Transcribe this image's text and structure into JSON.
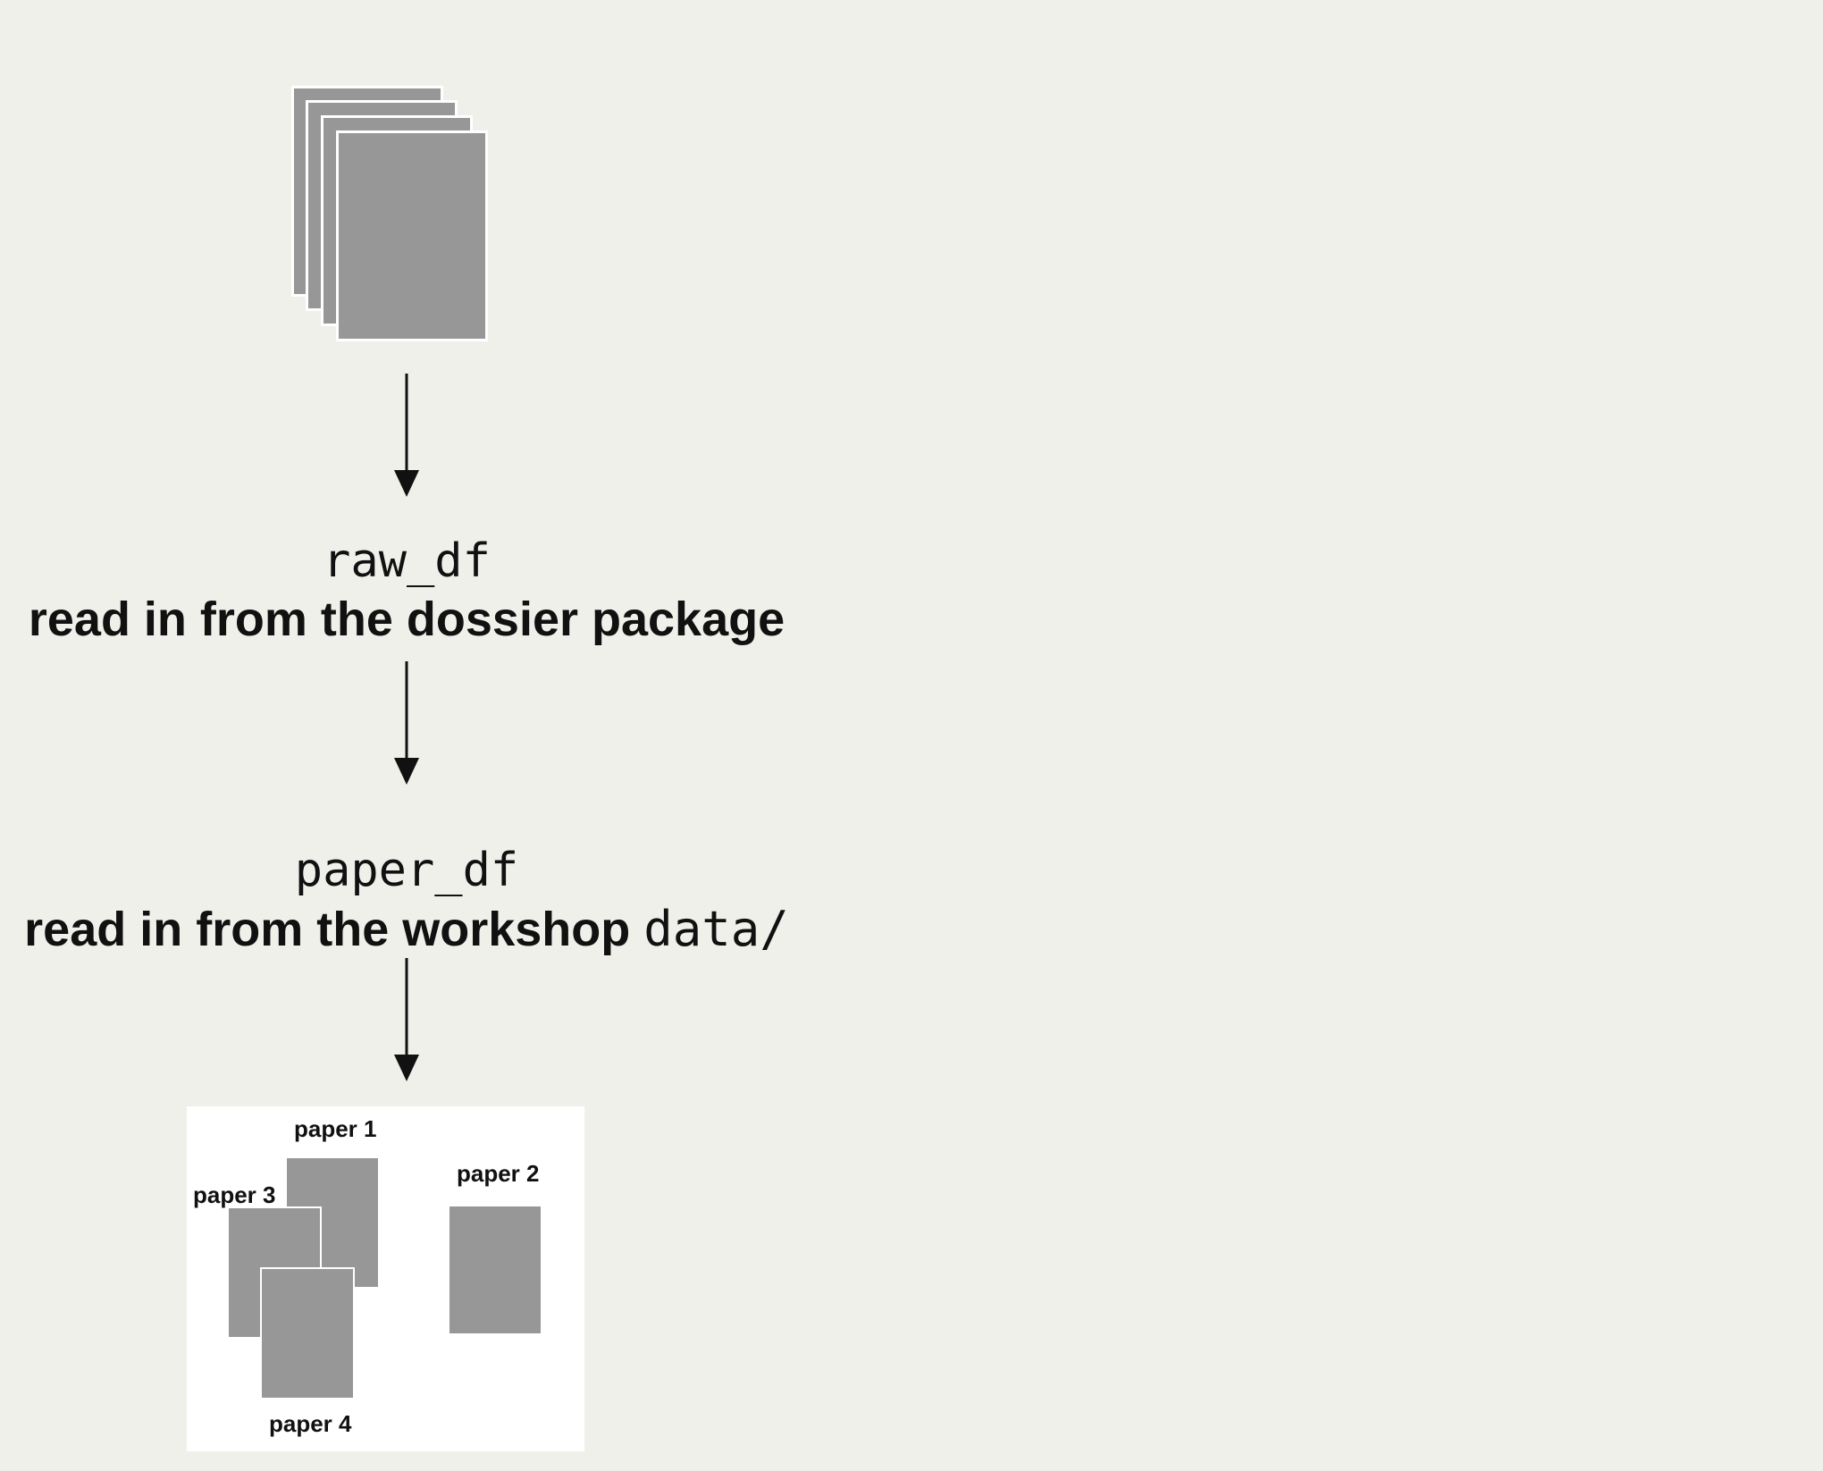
{
  "nodes": {
    "raw": {
      "code": "raw_df",
      "description": "read in from the dossier package"
    },
    "paper": {
      "code": "paper_df",
      "description_text": "read in from the workshop ",
      "description_code": "data/"
    }
  },
  "output_panel": {
    "papers": [
      {
        "label": "paper 1"
      },
      {
        "label": "paper 2"
      },
      {
        "label": "paper 3"
      },
      {
        "label": "paper 4"
      }
    ]
  },
  "colors": {
    "background": "#f0f0eb",
    "sheet": "#979797",
    "panel": "#ffffff",
    "ink": "#111111"
  }
}
